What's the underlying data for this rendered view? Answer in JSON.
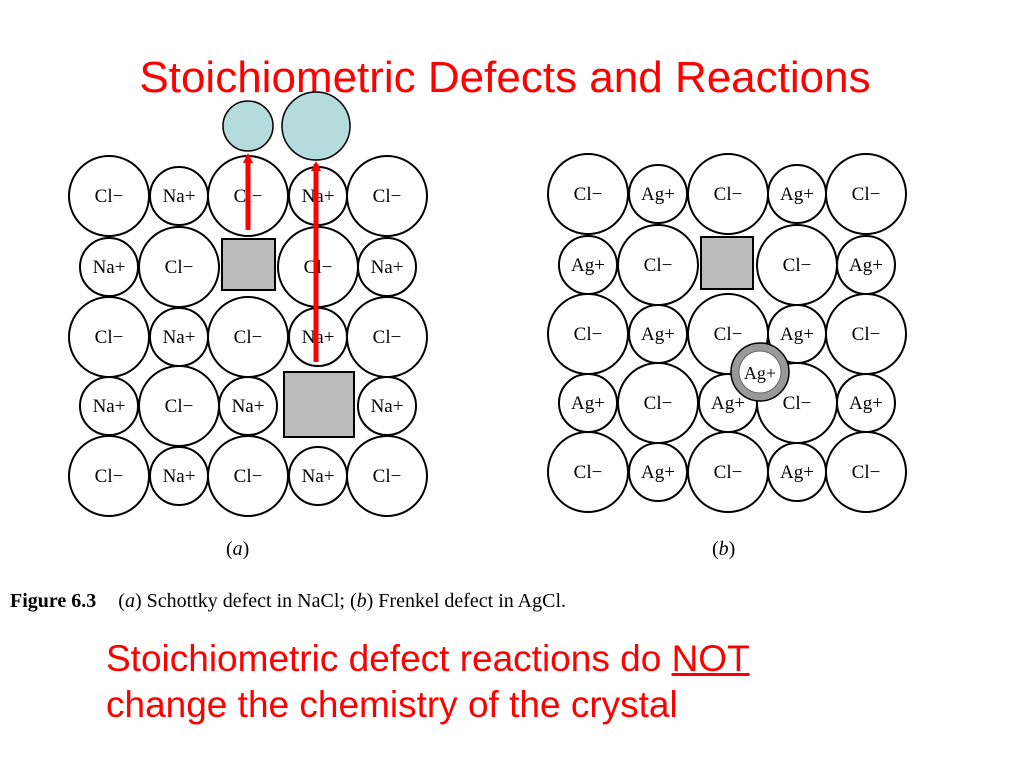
{
  "title": "Stoichiometric Defects and Reactions",
  "colors": {
    "accent": "#ff0000",
    "vacancy_fill": "#bbbbbb",
    "ejected_ion_fill": "#b4dcdc",
    "interstitial_ring": "#999999"
  },
  "panel_a": {
    "label_open": "(",
    "label_letter": "a",
    "label_close": ")",
    "rows": [
      [
        "Cl−",
        "Na+",
        "Cl−",
        "Na+",
        "Cl−"
      ],
      [
        "Na+",
        "Cl−",
        "",
        "Cl−",
        "Na+"
      ],
      [
        "Cl−",
        "Na+",
        "Cl−",
        "Na+",
        "Cl−"
      ],
      [
        "Na+",
        "Cl−",
        "Na+",
        "",
        "Na+"
      ],
      [
        "Cl−",
        "Na+",
        "Cl−",
        "Na+",
        "Cl−"
      ]
    ],
    "vacancies": 2,
    "ejected_ions": 2
  },
  "panel_b": {
    "label_open": "(",
    "label_letter": "b",
    "label_close": ")",
    "rows": [
      [
        "Cl−",
        "Ag+",
        "Cl−",
        "Ag+",
        "Cl−"
      ],
      [
        "Ag+",
        "Cl−",
        "",
        "Cl−",
        "Ag+"
      ],
      [
        "Cl−",
        "Ag+",
        "Cl−",
        "Ag+",
        "Cl−"
      ],
      [
        "Ag+",
        "Cl−",
        "Ag+",
        "Cl−",
        "Ag+"
      ],
      [
        "Cl−",
        "Ag+",
        "Cl−",
        "Ag+",
        "Cl−"
      ]
    ],
    "interstitial": "Ag+",
    "vacancies": 1
  },
  "caption": {
    "number": "Figure 6.3",
    "a_letter": "a",
    "a_text": "Schottky defect in NaCl;",
    "b_letter": "b",
    "b_text": "Frenkel defect in AgCl."
  },
  "statement": {
    "line1_before": "Stoichiometric defect reactions do ",
    "line1_emphasis": "NOT",
    "line2": " change the chemistry of the crystal"
  }
}
